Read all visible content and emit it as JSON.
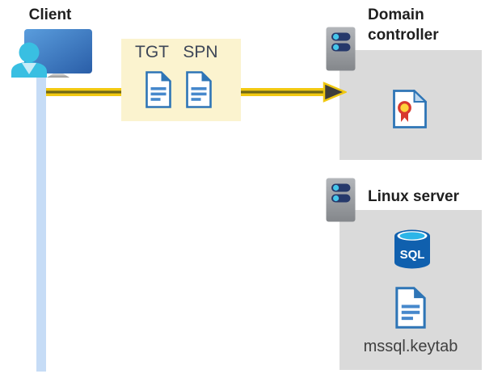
{
  "client": {
    "label": "Client"
  },
  "tickets": {
    "tgt_label": "TGT",
    "spn_label": "SPN",
    "box_color": "#FBF3CF"
  },
  "arrow": {
    "shaft_color": "#F2C911",
    "stripe_color": "#6F6816",
    "head_color": "#3E3E3E"
  },
  "domain_controller": {
    "title": "Domain controller"
  },
  "linux_server": {
    "title": "Linux server",
    "sql_icon_label": "SQL",
    "keytab_label": "mssql.keytab"
  },
  "colors": {
    "document_blue": "#2E75B6",
    "panel_gray": "#DADADA",
    "connector_blue": "#C6DCF6",
    "server_navy": "#26396B",
    "server_cyan": "#45C6EA",
    "sql_blue": "#1060AE",
    "sql_top_cyan": "#2CB5E8",
    "cert_red": "#D8382E",
    "cert_gold": "#FFD23B",
    "person_cyan": "#39BFE2",
    "monitor_blue": "#3A77C2"
  }
}
